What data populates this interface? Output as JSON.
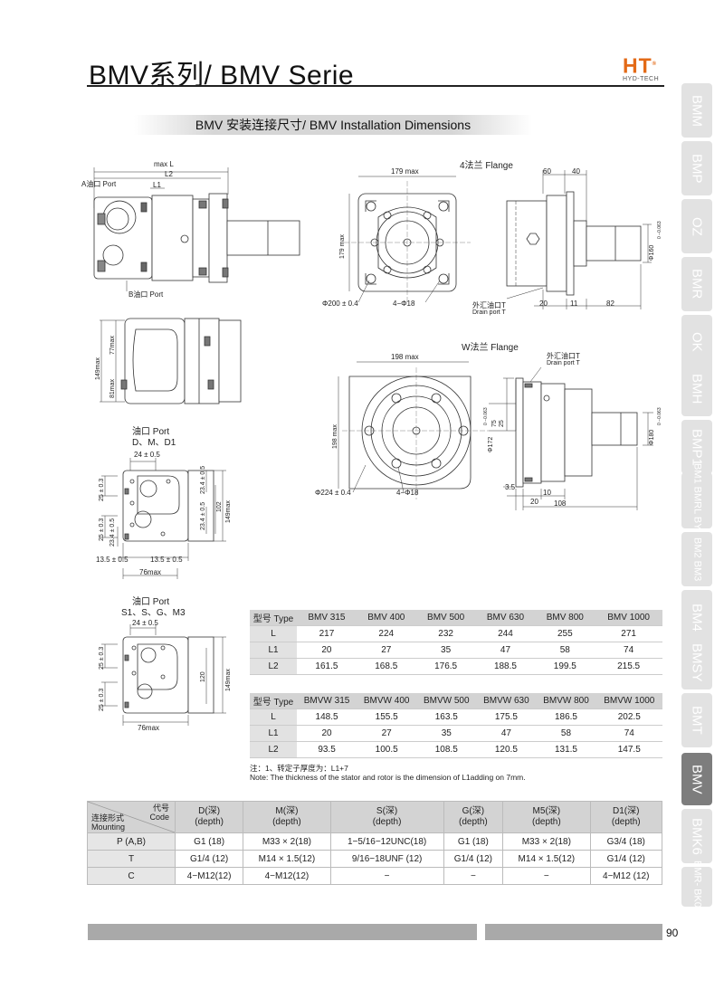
{
  "title": "BMV系列/ BMV Serie",
  "logo": {
    "mark": "HT",
    "registered": "®",
    "sub": "HYD-TECH"
  },
  "section_title": "BMV 安装连接尺寸/ BMV Installation Dimensions",
  "side_tabs": [
    "BMM",
    "BMP",
    "OZ",
    "BMR",
    "OK",
    "BMH",
    "BMP1",
    "BM1 BMRL BYM",
    "BM2 BM3",
    "BM4",
    "BMSY",
    "BMT",
    "BMV",
    "BMK6",
    "BMR- BK01"
  ],
  "active_tab": "BMV",
  "drawing_labels": {
    "side_view": {
      "max_l": "max L",
      "l2": "L2",
      "l1": "L1",
      "a_port": "A油口 Port",
      "b_port": "B油口 Port"
    },
    "top_view": {
      "d77": "77max",
      "d149": "149max",
      "d81": "81max"
    },
    "flange4": {
      "title": "4法兰 Flange",
      "w179": "179 max",
      "h179": "179 max",
      "pcd": "Φ200 ± 0.4",
      "holes": "4−Φ18"
    },
    "flange4_side": {
      "d60": "60",
      "d40": "40",
      "shaft": "Φ160",
      "tol": "0 −0.063",
      "drain_cn": "外汇油口T",
      "drain_en": "Drain port T",
      "d20": "20",
      "d11": "11",
      "d82": "82"
    },
    "wflange": {
      "title": "W法兰 Flange",
      "w198": "198 max",
      "h198": "198 max",
      "pcd": "Φ224 ± 0.4",
      "holes": "4−Φ18"
    },
    "wflange_side": {
      "drain_cn": "外汇油口T",
      "drain_en": "Drain port T",
      "d75": "75",
      "d25": "25",
      "pilot": "Φ172",
      "pilot_tol": "0 −0.063",
      "shaft": "Φ180",
      "shaft_tol": "0 −0.063",
      "d35": "3.5",
      "d10": "10",
      "d20": "20",
      "d108": "108"
    },
    "port_dm": {
      "title_cn": "油口 Port",
      "title_en": "D、M、D1",
      "d24": "24 ± 0.5",
      "d25": "25 ± 0.3",
      "d234a": "23.4 ± 0.5",
      "d234b": "23.4 ± 0.5",
      "d234c": "23.4 ± 0.5",
      "d25b": "25 ± 0.3",
      "d102": "102",
      "d149": "149max",
      "d135a": "13.5 ± 0.5",
      "d135b": "13.5 ± 0.5",
      "d76": "76max"
    },
    "port_ss": {
      "title_cn": "油口 Port",
      "title_en": "S1、S、G、M3",
      "d24": "24 ± 0.5",
      "d25a": "25 ± 0.3",
      "d25b": "25 ± 0.3",
      "d120": "120",
      "d149": "149max",
      "d76": "76max"
    }
  },
  "bmv_table": {
    "header": [
      "型号 Type",
      "BMV 315",
      "BMV 400",
      "BMV 500",
      "BMV 630",
      "BMV 800",
      "BMV 1000"
    ],
    "rows": [
      [
        "L",
        "217",
        "224",
        "232",
        "244",
        "255",
        "271"
      ],
      [
        "L1",
        "20",
        "27",
        "35",
        "47",
        "58",
        "74"
      ],
      [
        "L2",
        "161.5",
        "168.5",
        "176.5",
        "188.5",
        "199.5",
        "215.5"
      ]
    ]
  },
  "bmvw_table": {
    "header": [
      "型号 Type",
      "BMVW 315",
      "BMVW 400",
      "BMVW 500",
      "BMVW 630",
      "BMVW 800",
      "BMVW 1000"
    ],
    "rows": [
      [
        "L",
        "148.5",
        "155.5",
        "163.5",
        "175.5",
        "186.5",
        "202.5"
      ],
      [
        "L1",
        "20",
        "27",
        "35",
        "47",
        "58",
        "74"
      ],
      [
        "L2",
        "93.5",
        "100.5",
        "108.5",
        "120.5",
        "131.5",
        "147.5"
      ]
    ]
  },
  "notes": {
    "line1": "注：1、转定子厚度为：L1+7",
    "line2": "Note: The thickness of the stator and rotor is the dimension of L1adding on 7mm."
  },
  "mount_table": {
    "corner": {
      "code_cn": "代号",
      "code_en": "Code",
      "mount_cn": "连接形式",
      "mount_en": "Mounting"
    },
    "columns": [
      {
        "cn": "D(深)",
        "en": "(depth)"
      },
      {
        "cn": "M(深)",
        "en": "(depth)"
      },
      {
        "cn": "S(深)",
        "en": "(depth)"
      },
      {
        "cn": "G(深)",
        "en": "(depth)"
      },
      {
        "cn": "M5(深)",
        "en": "(depth)"
      },
      {
        "cn": "D1(深)",
        "en": "(depth)"
      }
    ],
    "rows": [
      [
        "P (A,B)",
        "G1 (18)",
        "M33 × 2(18)",
        "1−5/16−12UNC(18)",
        "G1 (18)",
        "M33 × 2(18)",
        "G3/4 (18)"
      ],
      [
        "T",
        "G1/4 (12)",
        "M14 × 1.5(12)",
        "9/16−18UNF (12)",
        "G1/4 (12)",
        "M14 × 1.5(12)",
        "G1/4 (12)"
      ],
      [
        "C",
        "4−M12(12)",
        "4−M12(12)",
        "−",
        "−",
        "−",
        "4−M12 (12)"
      ]
    ]
  },
  "page_number": "90"
}
